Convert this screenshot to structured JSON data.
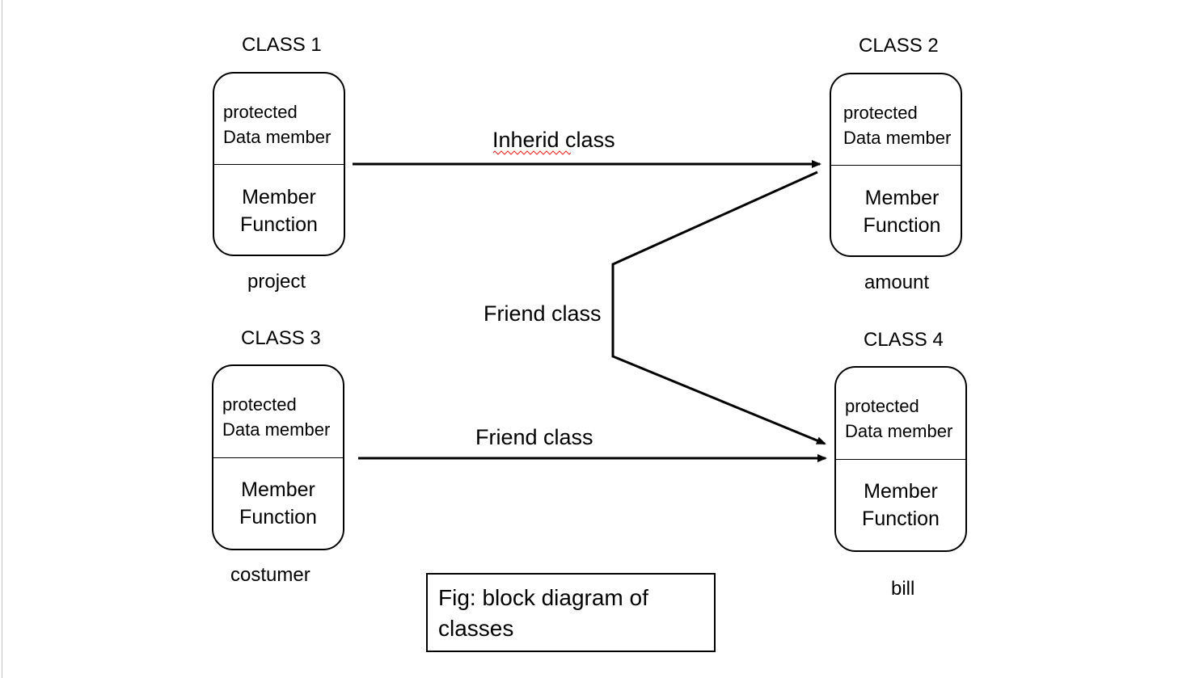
{
  "classes": [
    {
      "title": "CLASS 1",
      "data_line1": "protected",
      "data_line2": "Data member",
      "func_line1": "Member",
      "func_line2": "Function",
      "instance": "project"
    },
    {
      "title": "CLASS 2",
      "data_line1": "protected",
      "data_line2": "Data member",
      "func_line1": "Member",
      "func_line2": "Function",
      "instance": "amount"
    },
    {
      "title": "CLASS 3",
      "data_line1": "protected",
      "data_line2": "Data member",
      "func_line1": "Member",
      "func_line2": "Function",
      "instance": "costumer"
    },
    {
      "title": "CLASS 4",
      "data_line1": "protected",
      "data_line2": "Data member",
      "func_line1": "Member",
      "func_line2": "Function",
      "instance": "bill"
    }
  ],
  "relations": {
    "inherit_label": "Inherid class",
    "friend_label_center": "Friend class",
    "friend_label_bottom": "Friend class"
  },
  "caption": {
    "text": "Fig: block diagram of classes"
  },
  "colors": {
    "line": "#000000",
    "spellcheck_underline": "#e02020",
    "background": "#ffffff"
  }
}
